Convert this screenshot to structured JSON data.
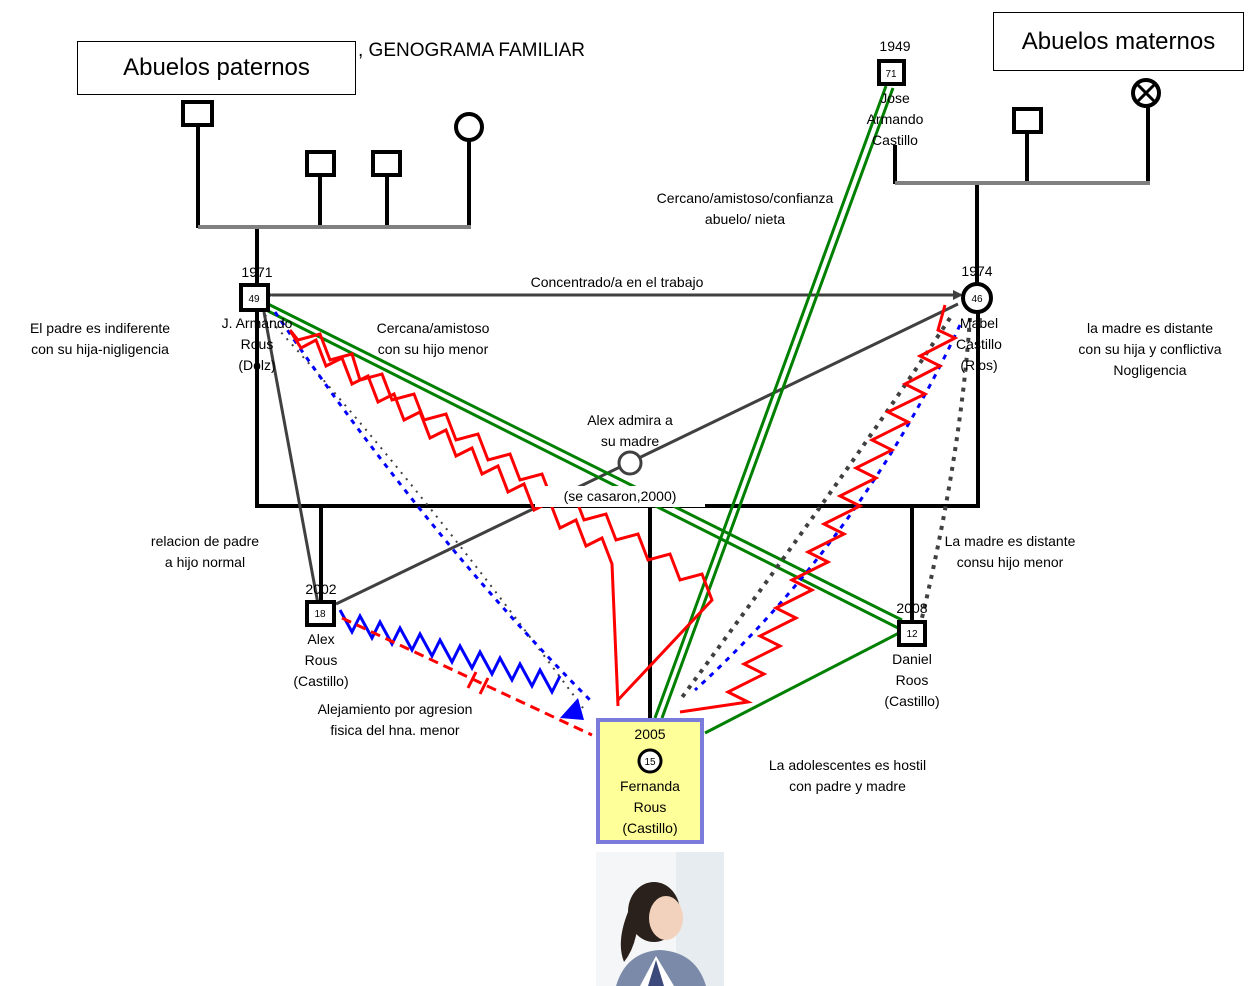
{
  "title": ", GENOGRAMA FAMILIAR",
  "boxes": {
    "paternal": "Abuelos paternos",
    "maternal": "Abuelos maternos"
  },
  "people": {
    "grandfather": {
      "year": "1949",
      "age": "71",
      "name": [
        "Jose",
        "Armando",
        "Castillo"
      ]
    },
    "father": {
      "year": "1971",
      "age": "49",
      "name": [
        "J. Armando",
        "Rous",
        "(Dolz)"
      ]
    },
    "mother": {
      "year": "1974",
      "age": "46",
      "name": [
        "Mabel",
        "Castillo",
        "(Rios)"
      ]
    },
    "alex": {
      "year": "2002",
      "age": "18",
      "name": [
        "Alex",
        "Rous",
        "(Castillo)"
      ]
    },
    "daniel": {
      "year": "2008",
      "age": "12",
      "name": [
        "Daniel",
        "Roos",
        "(Castillo)"
      ]
    },
    "fernanda": {
      "year": "2005",
      "age": "15",
      "name": [
        "Fernanda",
        "Rous",
        "(Castillo)"
      ]
    }
  },
  "annotations": {
    "cercano": [
      "Cercano/amistoso/confianza",
      "abuelo/ nieta"
    ],
    "concentrado": "Concentrado/a en el trabajo",
    "padre_indiferente": [
      "El padre es indiferente",
      "con su hija-nigligencia"
    ],
    "cercana_hijo": [
      "Cercana/amistoso",
      "con su hijo menor"
    ],
    "madre_distante_hija": [
      "la madre es distante",
      "con su hija y conflictiva",
      "Nogligencia"
    ],
    "alex_admira": [
      "Alex admira a",
      "su madre"
    ],
    "casaron": "(se casaron,2000)",
    "relacion_padre_hijo": [
      "relacion de padre",
      "a hijo normal"
    ],
    "madre_distante_hijo": [
      "La madre es distante",
      "consu hijo menor"
    ],
    "alejamiento": [
      "Alejamiento por agresion",
      "fisica del hna. menor"
    ],
    "adolescente_hostil": [
      "La adolescentes es hostil",
      "con padre y madre"
    ]
  },
  "colors": {
    "red": "#ff0000",
    "blue": "#0000ff",
    "green": "#008000",
    "gray": "#808080",
    "dark": "#404040",
    "focus_bg": "#ffff99",
    "focus_border": "#7b7bdc"
  }
}
